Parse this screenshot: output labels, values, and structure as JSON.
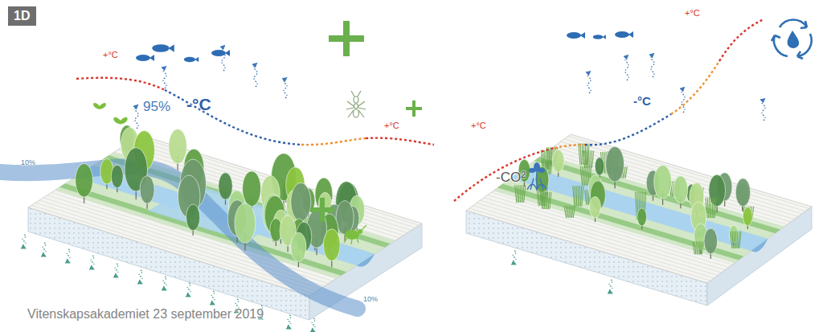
{
  "diagram": {
    "nodes": [
      {
        "text": [
          "1D"
        ]
      }
    ],
    "labels": [
      "+°C",
      "-°C",
      "95%",
      "+°C",
      "10%",
      "10%",
      "+°C",
      "-°C",
      "+°C",
      "-CO²",
      "Vitenskapsakademiet 23 september 2019"
    ]
  }
}
